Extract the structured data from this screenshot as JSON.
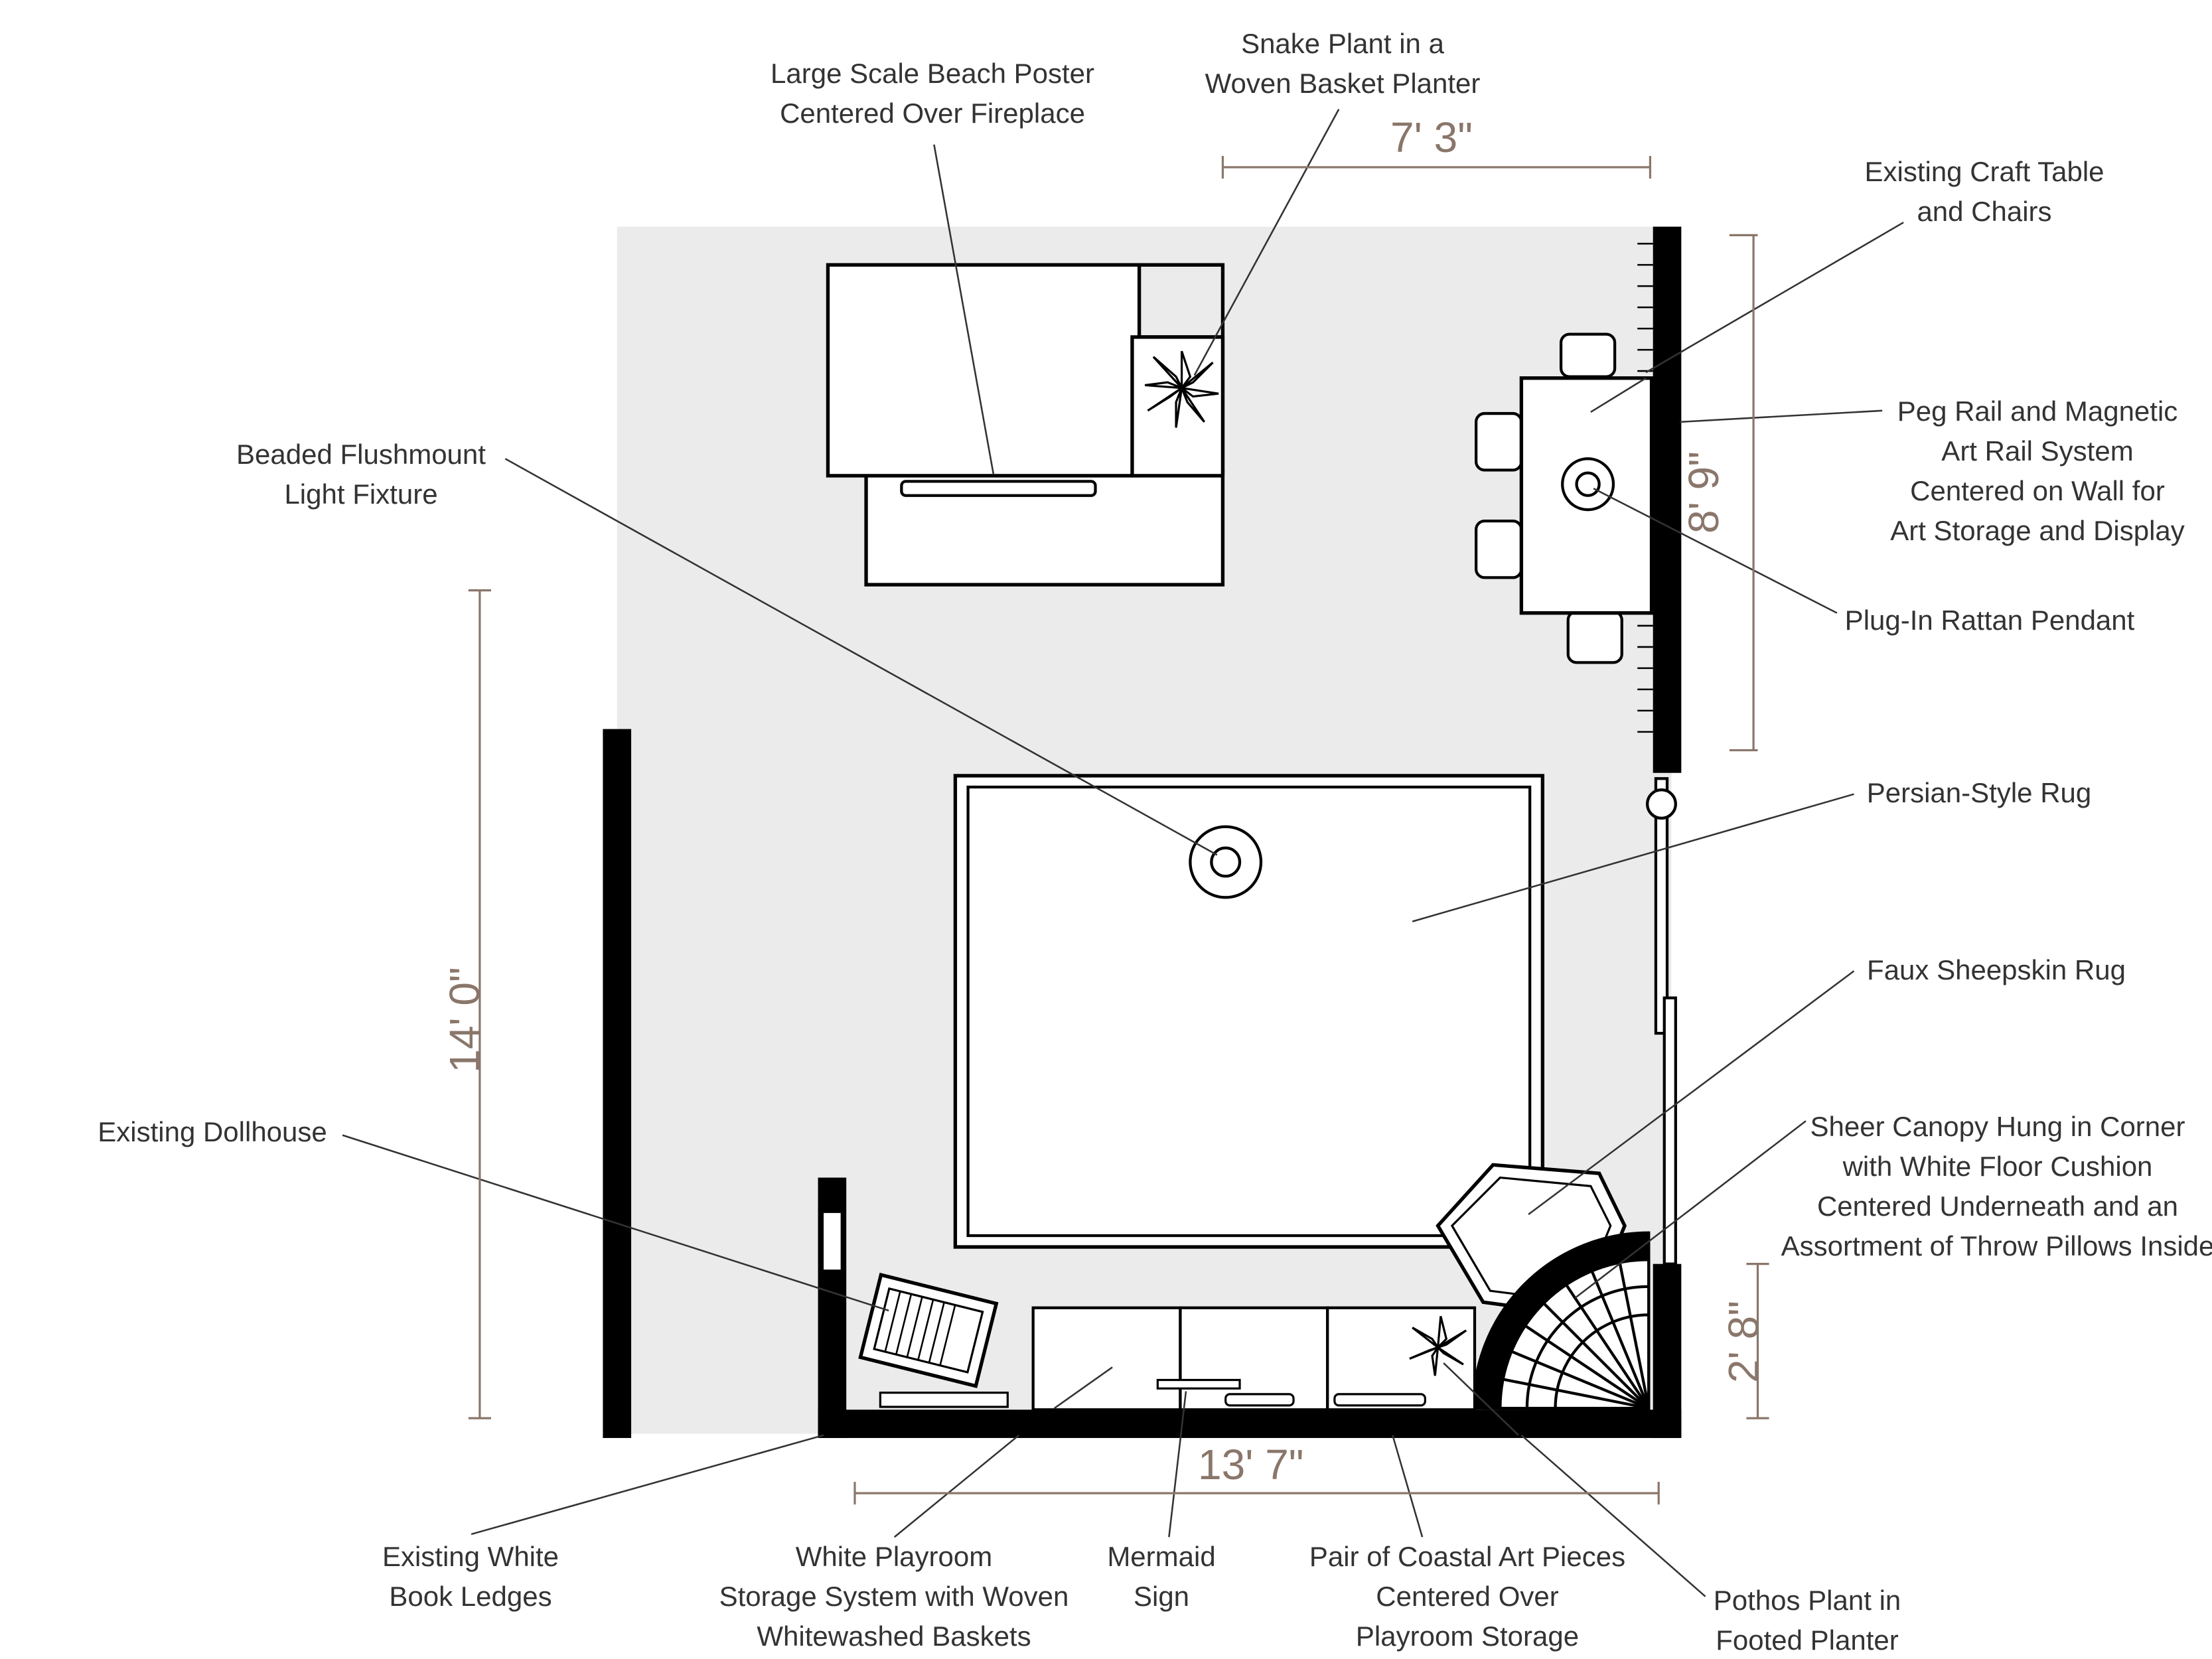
{
  "labels": {
    "snake_plant": [
      "Snake Plant in a",
      "Woven Basket Planter"
    ],
    "beach_poster": [
      "Large Scale Beach Poster",
      "Centered Over Fireplace"
    ],
    "craft_table": [
      "Existing Craft Table",
      "and Chairs"
    ],
    "peg_rail": [
      "Peg Rail and Magnetic",
      "Art Rail System",
      "Centered on Wall for",
      "Art Storage and Display"
    ],
    "pendant": [
      "Plug-In Rattan Pendant"
    ],
    "flushmount": [
      "Beaded Flushmount",
      "Light Fixture"
    ],
    "persian_rug": [
      "Persian-Style Rug"
    ],
    "sheepskin_rug": [
      "Faux Sheepskin Rug"
    ],
    "canopy": [
      "Sheer Canopy Hung in Corner",
      "with White Floor Cushion",
      "Centered Underneath and an",
      "Assortment of Throw Pillows Inside"
    ],
    "dollhouse": [
      "Existing Dollhouse"
    ],
    "book_ledges": [
      "Existing White",
      "Book Ledges"
    ],
    "playroom_storage": [
      "White Playroom",
      "Storage System with Woven",
      "Whitewashed Baskets"
    ],
    "mermaid_sign": [
      "Mermaid",
      "Sign"
    ],
    "coastal_art": [
      "Pair of Coastal Art Pieces",
      "Centered Over",
      "Playroom Storage"
    ],
    "pothos": [
      "Pothos Plant in",
      "Footed Planter"
    ]
  },
  "dimensions": {
    "top": "7' 3\"",
    "right_upper": "8' 9\"",
    "left": "14' 0\"",
    "right_lower": "2' 8\"",
    "bottom": "13' 7\""
  },
  "colors": {
    "floor": "#ebebeb",
    "wall": "#000000",
    "dimension": "#8a766a",
    "leader": "#333333",
    "text": "#333333"
  }
}
